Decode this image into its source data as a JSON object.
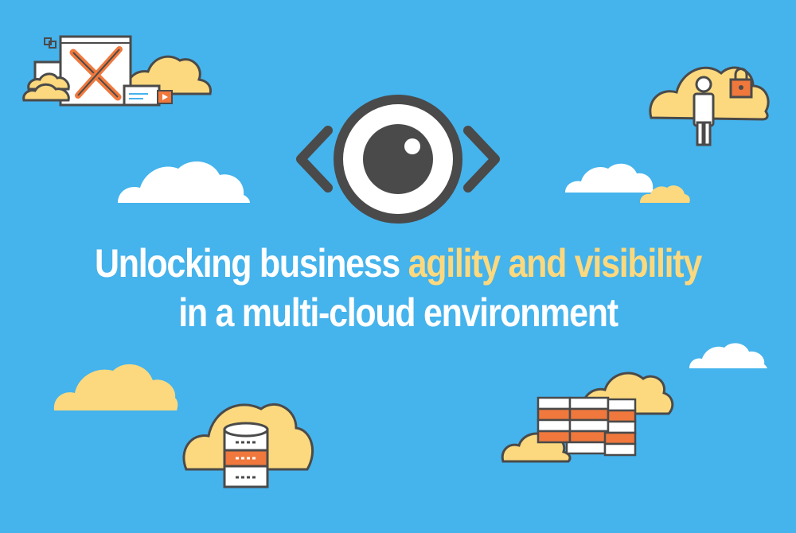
{
  "headline": {
    "line1_prefix": "Unlocking business ",
    "line1_highlight": "agility and visibility",
    "line2": "in a multi-cloud environment"
  },
  "colors": {
    "background": "#45b3ec",
    "text": "#ffffff",
    "highlight": "#fcd97e",
    "cloud_white": "#ffffff",
    "cloud_yellow": "#fcd97e",
    "outline": "#4a4a4a",
    "accent_orange": "#f0783c"
  },
  "icons": [
    "eye-code-icon",
    "design-tools-cloud-icon",
    "user-lock-cloud-icon",
    "database-cloud-icon",
    "server-stack-cloud-icon"
  ]
}
